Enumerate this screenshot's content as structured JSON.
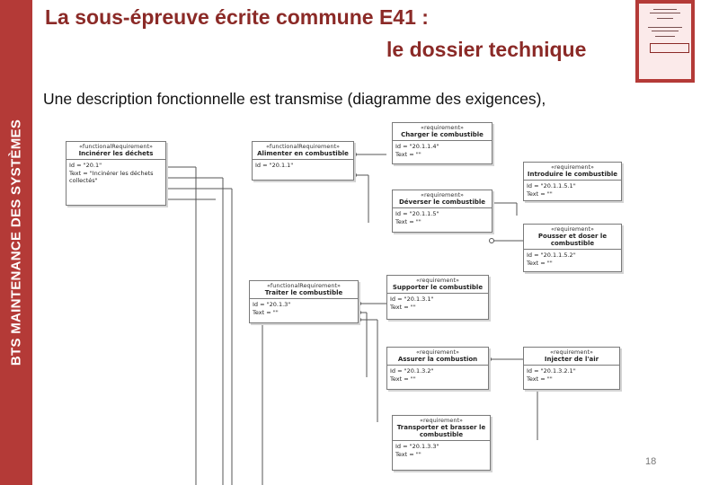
{
  "sidebar": {
    "text": "BTS MAINTENANCE DES SYSTÈMES"
  },
  "title": {
    "line1": "La sous-épreuve écrite commune E41 :",
    "line2": "le dossier technique"
  },
  "description": "Une description fonctionnelle est transmise (diagramme des exigences),",
  "page_number": "18",
  "colors": {
    "sidebar": "#b43a37",
    "title": "#8b2a27"
  },
  "diagram": {
    "requirements": [
      {
        "stereotype": "«functionalRequirement»",
        "name": "Incinérer les déchets",
        "id": "Id = \"20.1\"",
        "text": "Text = \"Incinérer les déchets collectés\""
      },
      {
        "stereotype": "«functionalRequirement»",
        "name": "Alimenter en combustible",
        "id": "Id = \"20.1.1\"",
        "text": ""
      },
      {
        "stereotype": "«requirement»",
        "name": "Charger le combustible",
        "id": "Id = \"20.1.1.4\"",
        "text": "Text = \"\""
      },
      {
        "stereotype": "«requirement»",
        "name": "Introduire le combustible",
        "id": "Id = \"20.1.1.5.1\"",
        "text": "Text = \"\""
      },
      {
        "stereotype": "«requirement»",
        "name": "Déverser le combustible",
        "id": "Id = \"20.1.1.5\"",
        "text": "Text = \"\""
      },
      {
        "stereotype": "«requirement»",
        "name": "Pousser et doser le combustible",
        "id": "Id = \"20.1.1.5.2\"",
        "text": "Text = \"\""
      },
      {
        "stereotype": "«functionalRequirement»",
        "name": "Traiter le combustible",
        "id": "Id = \"20.1.3\"",
        "text": "Text = \"\""
      },
      {
        "stereotype": "«requirement»",
        "name": "Supporter le combustible",
        "id": "Id = \"20.1.3.1\"",
        "text": "Text = \"\""
      },
      {
        "stereotype": "«requirement»",
        "name": "Assurer la combustion",
        "id": "Id = \"20.1.3.2\"",
        "text": "Text = \"\""
      },
      {
        "stereotype": "«requirement»",
        "name": "Injecter de l'air",
        "id": "Id = \"20.1.3.2.1\"",
        "text": "Text = \"\""
      },
      {
        "stereotype": "«requirement»",
        "name": "Transporter et brasser le combustible",
        "id": "Id = \"20.1.3.3\"",
        "text": "Text = \"\""
      }
    ]
  }
}
